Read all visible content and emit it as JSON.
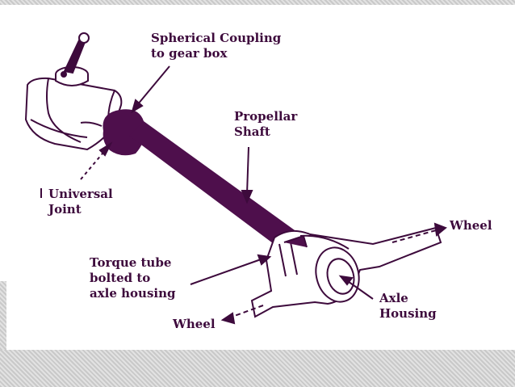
{
  "diagram": {
    "labels": {
      "spherical_coupling_line1": "Spherical Coupling",
      "spherical_coupling_line2": "to gear box",
      "propeller_shaft_line1": "Propellar",
      "propeller_shaft_line2": "Shaft",
      "universal_joint_line1": "Universal",
      "universal_joint_line2": "Joint",
      "wheel_right": "Wheel",
      "torque_tube_line1": "Torque tube",
      "torque_tube_line2": "bolted to",
      "torque_tube_line3": "axle housing",
      "axle_housing_line1": "Axle",
      "axle_housing_line2": "Housing",
      "wheel_left": "Wheel"
    },
    "colors": {
      "ink": "#3d0a3c",
      "shaft": "#4e0f4c",
      "background": "#ffffff",
      "stripe_dark": "#c9c9c9",
      "stripe_light": "#e2e2e2"
    }
  }
}
